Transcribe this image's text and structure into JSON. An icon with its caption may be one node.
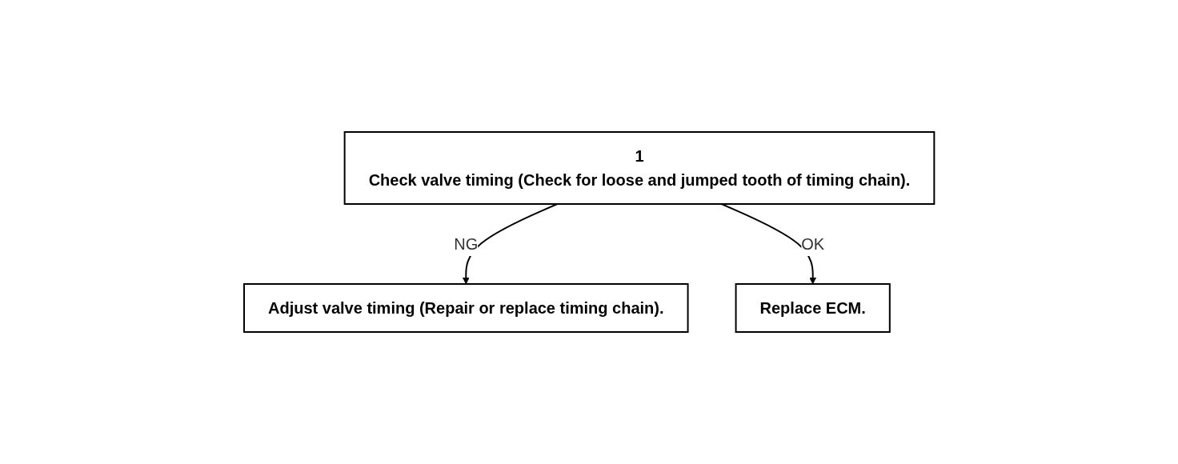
{
  "diagram": {
    "nodes": [
      {
        "text": [
          "1",
          "Check valve timing (Check for loose and jumped tooth of timing chain)."
        ]
      },
      {
        "text": [
          "Adjust valve timing (Repair or replace timing chain)."
        ]
      },
      {
        "text": [
          "Replace ECM."
        ]
      }
    ],
    "edges": [
      {
        "from": 0,
        "to": 1,
        "arrow": "to",
        "label": "NG"
      },
      {
        "from": 0,
        "to": 2,
        "arrow": "to",
        "label": "OK"
      }
    ]
  }
}
